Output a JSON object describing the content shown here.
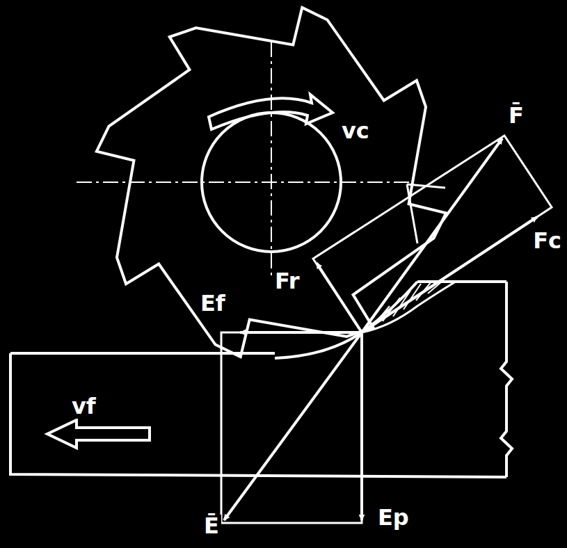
{
  "diagram": {
    "labels": [
      "vc",
      "F̄",
      "Fc",
      "Fr",
      "Ef",
      "vf",
      "Ē",
      "Ep"
    ]
  }
}
